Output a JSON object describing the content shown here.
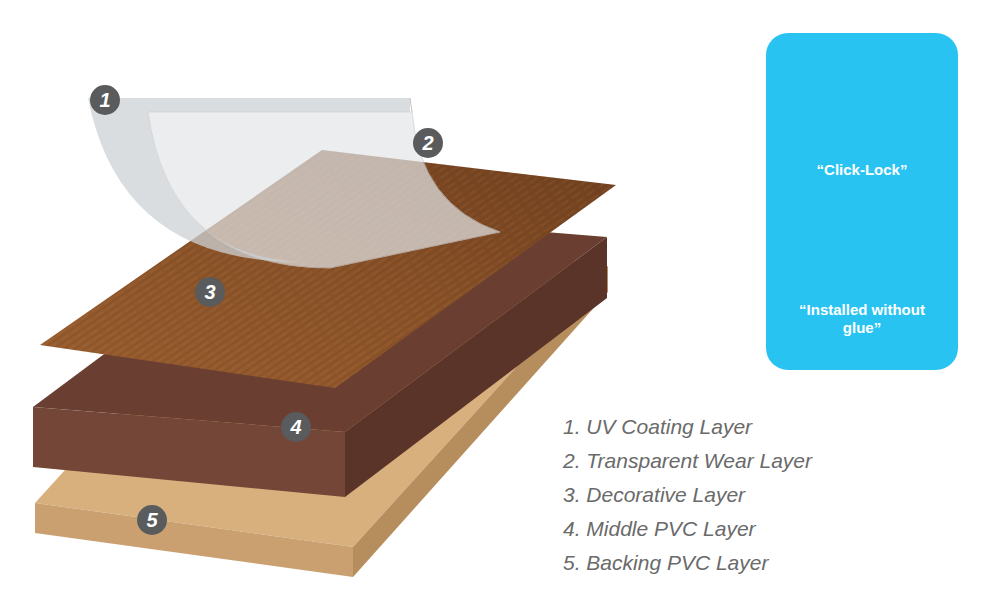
{
  "diagram": {
    "nodes": [
      {
        "text": [
          "“Click-Lock”",
          "“Installed without glue”"
        ]
      }
    ],
    "labels": [
      "1",
      "2",
      "3",
      "4",
      "5",
      "1. UV Coating Layer",
      "2. Transparent Wear Layer",
      "3. Decorative Layer",
      "4. Middle PVC Layer",
      "5. Backing PVC Layer"
    ]
  }
}
